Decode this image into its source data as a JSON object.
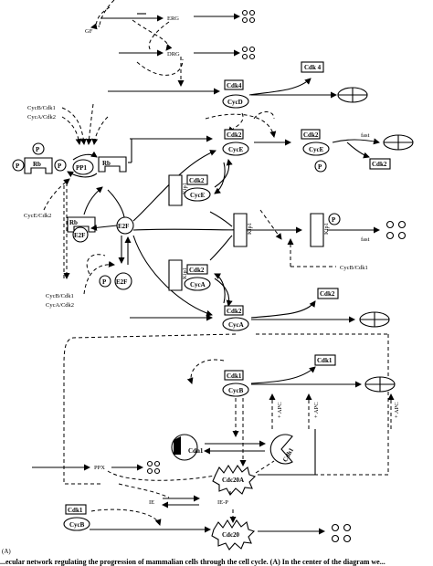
{
  "panel_label": "(A)",
  "caption": "...ecular network regulating the progression of mammalian cells through the cell cycle. (A) In the center of the diagram we...",
  "nodes": {
    "gf": "GF",
    "erg": "ERG",
    "drg": "DRG",
    "cdk4_top": "Cdk 4",
    "cdk4": "Cdk4",
    "cycd": "CycD",
    "cycb_cdk1_1": "CycB/Cdk1",
    "cyca_cdk2_1": "CycA/Cdk2",
    "p": "P",
    "rb": "Rb",
    "pp1": "PP1",
    "cyce_cdk2": "CycE/Cdk2",
    "cdk2": "Cdk2",
    "cyce": "CycE",
    "fast": "fast",
    "kip1": "Kip1",
    "e2f": "E2F",
    "cycb_cdk1_2": "CycB/Cdk1",
    "cyca_cdk2_2": "CycA/Cdk2",
    "cyca": "CycA",
    "cycb_cdk1_3": "CycB/Cdk1",
    "cdk1": "Cdk1",
    "cycb": "CycB",
    "apc": "+ APC",
    "cdh1": "Cdh1",
    "cdc20a": "Cdc20A",
    "cdc20": "Cdc20",
    "ppx": "PPX",
    "ie": "IE",
    "iep": "IE-P"
  }
}
